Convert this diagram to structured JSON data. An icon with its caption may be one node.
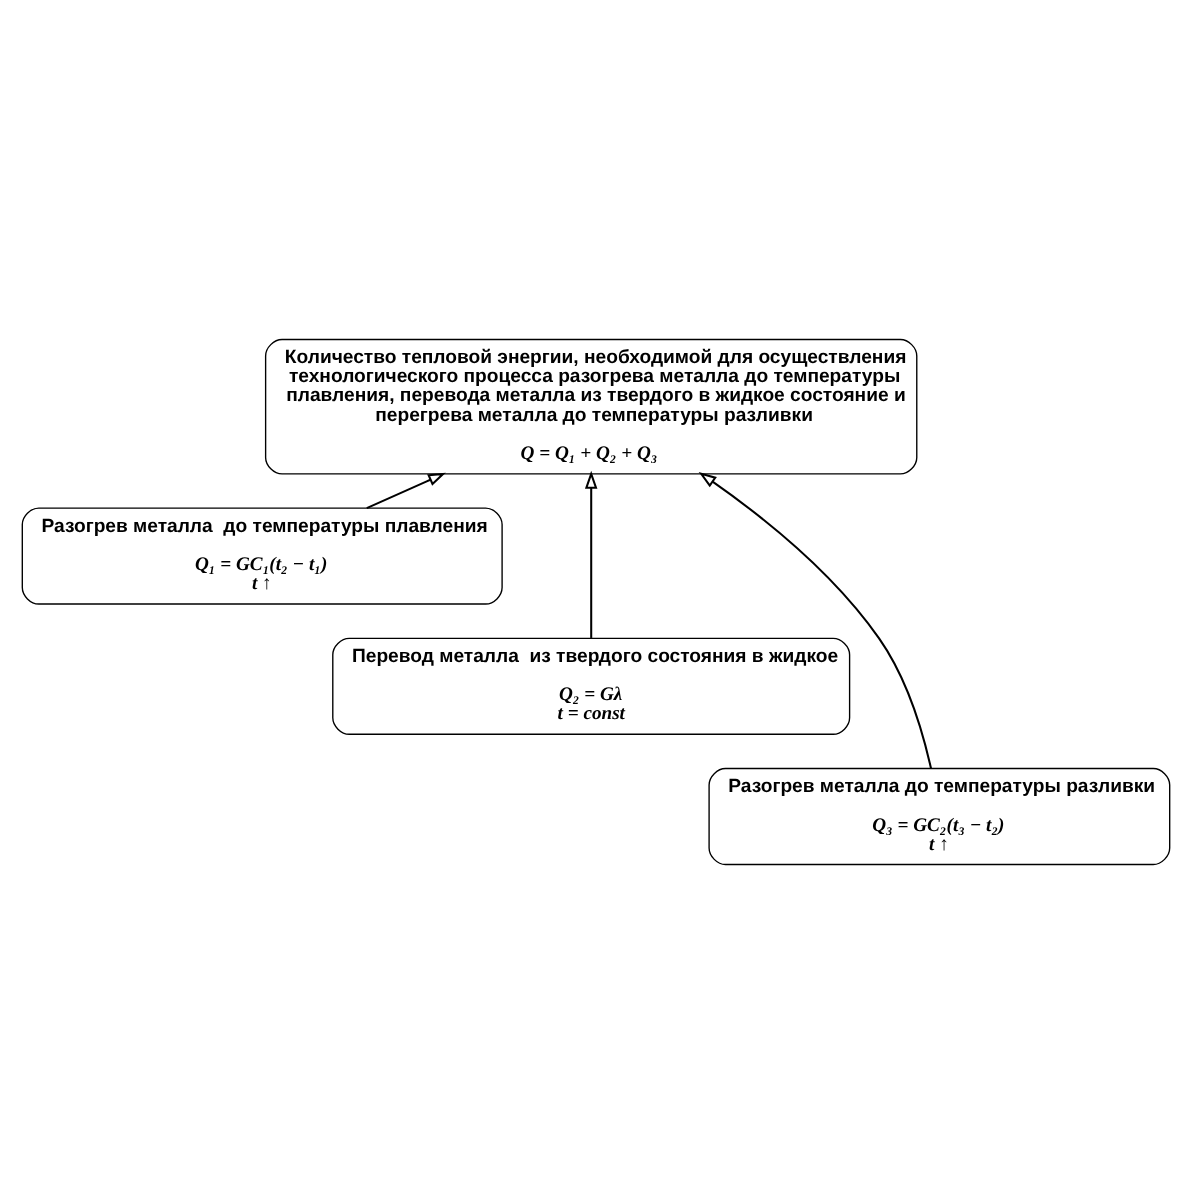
{
  "diagram": {
    "nodes": [
      {
        "text": [
          "Количество тепловой энергии, необходимой для осуществления технологического процесса разогрева металла до температуры плавления, перевода металла из твердого в жидкое состояние и перегрева металла до температуры разливки",
          "Q = Q₁ + Q₂ + Q₃"
        ]
      },
      {
        "text": [
          "Разогрев металла  до температуры плавления",
          "Q₁ = GC₁(t₂ − t₁)",
          "t ↑"
        ]
      },
      {
        "text": [
          "Перевод металла  из твердого состояния в жидкое",
          "Q₂ = Gλ",
          "t = const"
        ]
      },
      {
        "text": [
          "Разогрев металла до температуры разливки",
          "Q₃ = GC₂(t₃ − t₂)",
          "t ↑"
        ]
      }
    ],
    "edges": [
      {
        "from": 1,
        "to": 0,
        "arrow": "to"
      },
      {
        "from": 2,
        "to": 0,
        "arrow": "to"
      },
      {
        "from": 3,
        "to": 0,
        "arrow": "to"
      }
    ]
  }
}
